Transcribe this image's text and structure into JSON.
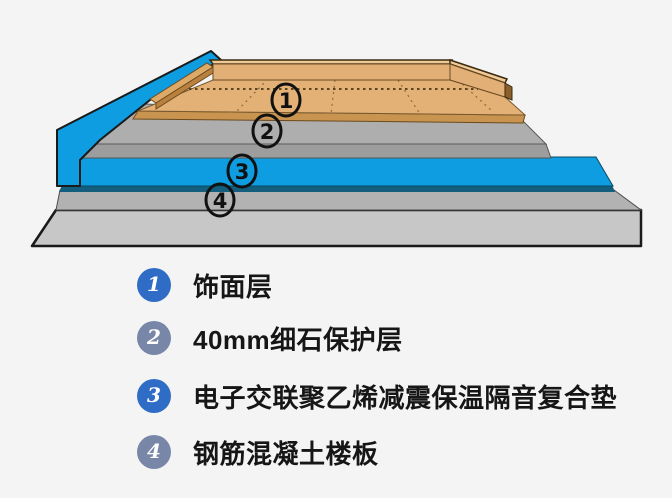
{
  "page": {
    "background": "#f4f4f4"
  },
  "diagram": {
    "title": "floor-sound-insulation-layer-structure",
    "colors": {
      "wood_top": "#e3b176",
      "wood_front_edge": "#c8944f",
      "wood_wall_face": "#e2b077",
      "wood_wall_top": "#efca96",
      "wood_wall_end": "#8a5f2a",
      "baseboard_top": "#dda967",
      "baseboard_front": "#b9813d",
      "protection_top": "#aeaeae",
      "protection_front": "#9d9d9d",
      "slab_top": "#b2b2b2",
      "slab_front": "#c7c7c7",
      "insulation_blue": "#0d9de0",
      "insulation_dark_edge": "#135e7c",
      "outline": "#1a1a1a",
      "plank_line": "#4a3415"
    },
    "markers": [
      {
        "number": "1"
      },
      {
        "number": "2"
      },
      {
        "number": "3"
      },
      {
        "number": "4"
      }
    ]
  },
  "legend": {
    "text_color": "#161616",
    "items": [
      {
        "number": "1",
        "label": "饰面层",
        "badge_color": "#2f6cc5"
      },
      {
        "number": "2",
        "label": "40mm细石保护层",
        "badge_color": "#7887a8"
      },
      {
        "number": "3",
        "label": "电子交联聚乙烯减震保温隔音复合垫",
        "badge_color": "#2f6cc5"
      },
      {
        "number": "4",
        "label": "钢筋混凝土楼板",
        "badge_color": "#7887a8"
      }
    ]
  }
}
